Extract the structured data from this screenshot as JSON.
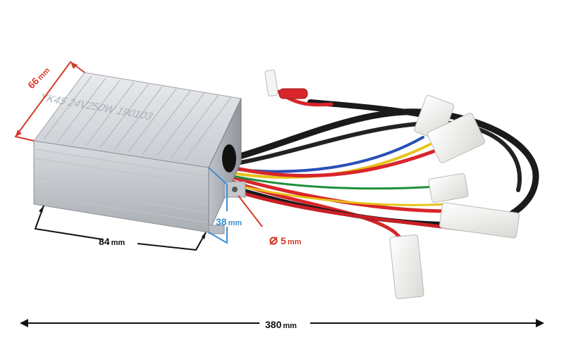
{
  "product": {
    "housing_label": "YK45 24V250W 190103"
  },
  "dimensions": {
    "width": {
      "value": "66",
      "unit": "mm",
      "color": "#d63a2a"
    },
    "length": {
      "value": "84",
      "unit": "mm",
      "color": "#111111"
    },
    "height": {
      "value": "38",
      "unit": "mm",
      "color": "#3a8fd6"
    },
    "hole": {
      "symbol": "⌀",
      "value": "5",
      "unit": "mm",
      "color": "#d63a2a"
    },
    "total": {
      "value": "380",
      "unit": "mm",
      "color": "#111111"
    }
  },
  "colors": {
    "housing": "#d4d7db",
    "housing_shadow": "#9ea3a8",
    "connector": "#f4f4f2",
    "wire_red": "#d8262b",
    "wire_black": "#1a1a1a",
    "wire_blue": "#2a4fb8",
    "wire_yellow": "#e8c21a",
    "wire_green": "#1f8f3a"
  }
}
